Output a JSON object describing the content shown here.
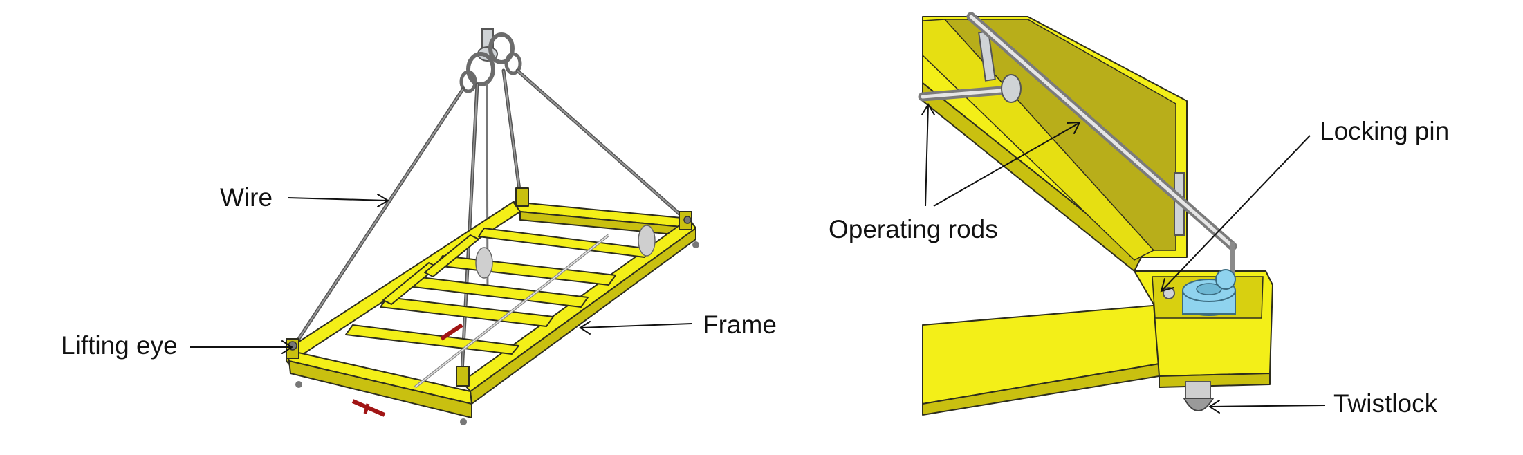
{
  "labels": {
    "wire": "Wire",
    "lifting_eye": "Lifting eye",
    "frame": "Frame",
    "operating_rods": "Operating rods",
    "locking_pin": "Locking pin",
    "twistlock": "Twistlock"
  },
  "colors": {
    "frame_yellow": "#f3ef18",
    "frame_shade": "#c9c010",
    "twistlock_blue": "#8fd3ee",
    "wire_gray": "#555555",
    "marker_red": "#a11515"
  }
}
